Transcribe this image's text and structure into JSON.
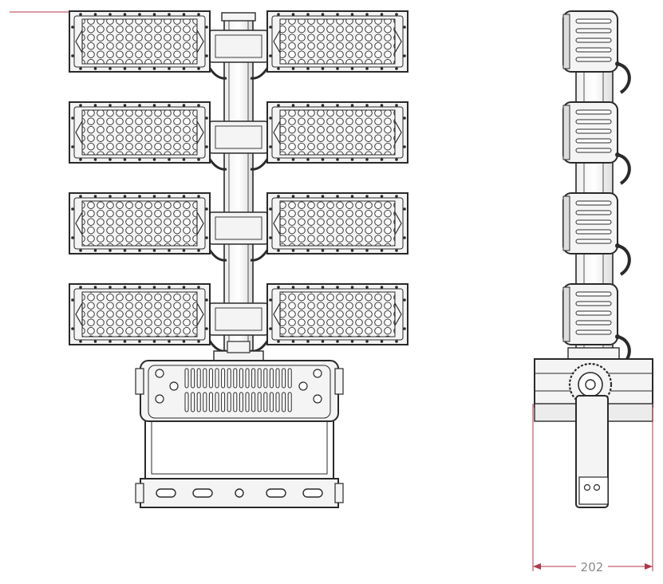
{
  "drawing": {
    "front_view": {
      "module_rows": 4,
      "modules_per_row": 2,
      "base_slots": 5
    },
    "side_view": {
      "module_count": 4,
      "dimension_label": "202"
    },
    "colors": {
      "line": "#2a2a2a",
      "dim_line": "#b03a4a",
      "fill": "#f4f4f4",
      "led": "#ffffff",
      "led_shade": "#d8d8d8"
    }
  }
}
